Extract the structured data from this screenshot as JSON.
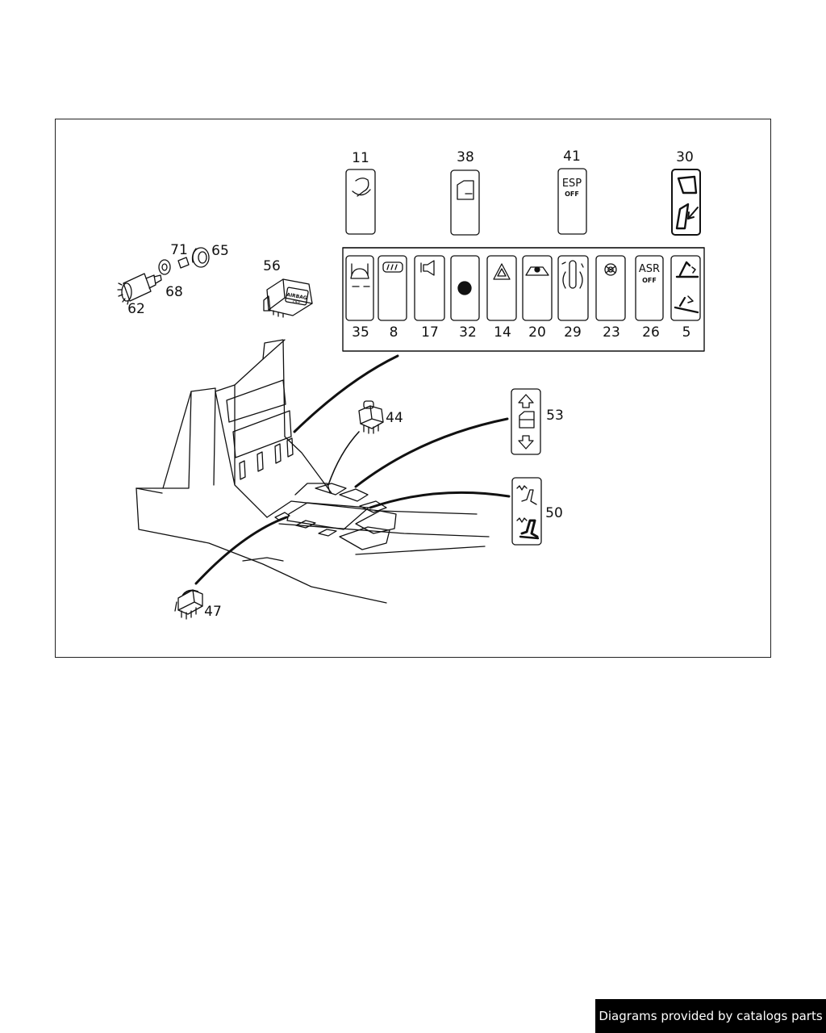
{
  "diagram": {
    "callouts": {
      "c11": "11",
      "c38": "38",
      "c41": "41",
      "c30": "30",
      "c35": "35",
      "c8": "8",
      "c17": "17",
      "c32": "32",
      "c14": "14",
      "c20": "20",
      "c29": "29",
      "c23": "23",
      "c26": "26",
      "c5": "5",
      "c71": "71",
      "c65": "65",
      "c68": "68",
      "c62": "62",
      "c56": "56",
      "c44": "44",
      "c53": "53",
      "c50": "50",
      "c47": "47"
    },
    "switch_text": {
      "esp": "ESP",
      "esp_off": "OFF",
      "asr": "ASR",
      "asr_off": "OFF",
      "airbag": "AIRBAG",
      "airbag_off": "OFF"
    }
  },
  "footer": {
    "text": "Diagrams provided by catalogs parts"
  }
}
